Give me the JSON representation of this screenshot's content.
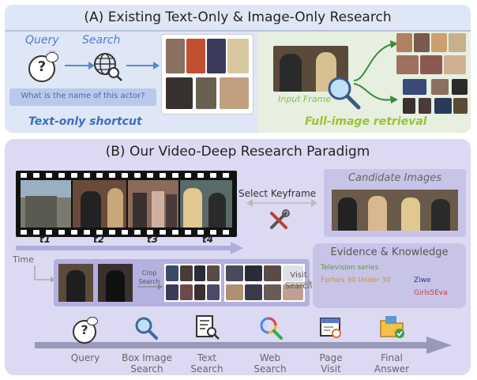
{
  "panel_a": {
    "title": "(A) Existing Text-Only & Image-Only Research",
    "query_label": "Query",
    "search_label": "Search",
    "question": "What is the name of this actor?",
    "text_only_caption": "Text-only shortcut",
    "input_frame_label": "Input Frame",
    "full_image_caption": "Full-image retrieval"
  },
  "panel_b": {
    "title": "(B) Our Video-Deep Research Paradigm",
    "timestamps": [
      "t1",
      "t2",
      "t3",
      "t4"
    ],
    "time_label": "Time",
    "select_keyframe_label": "Select Keyframe",
    "candidate_images_label": "Candidate Images",
    "crop_search_label": "Crop Search",
    "visit_search_label": "Visit Search",
    "evidence_title": "Evidence & Knowledge",
    "evidence_items": [
      {
        "text": "Television series",
        "color": "#5a9a2a"
      },
      {
        "text": "Forbes 30 Under 30",
        "color": "#c9962a"
      },
      {
        "text": "Ziwe",
        "color": "#2a2a9a"
      },
      {
        "text": "Girls5Eva",
        "color": "#d03a3a"
      }
    ],
    "tools": [
      {
        "label": "Query",
        "icon": "speech-bubble-question-icon"
      },
      {
        "label": "Box Image Search",
        "icon": "magnifier-icon"
      },
      {
        "label": "Text Search",
        "icon": "document-search-icon"
      },
      {
        "label": "Web Search",
        "icon": "web-search-icon"
      },
      {
        "label": "Page Visit",
        "icon": "browser-page-icon"
      },
      {
        "label": "Final Answer",
        "icon": "folder-check-icon"
      }
    ]
  },
  "colors": {
    "panel_a_bg": "#dfe6f5",
    "panel_a_right_bg": "#e6efe0",
    "panel_b_bg": "#dcdaf2",
    "text_only_caption": "#3a6fc0",
    "full_image_caption": "#9ac23a",
    "arrow_blue": "#5b86d6"
  }
}
